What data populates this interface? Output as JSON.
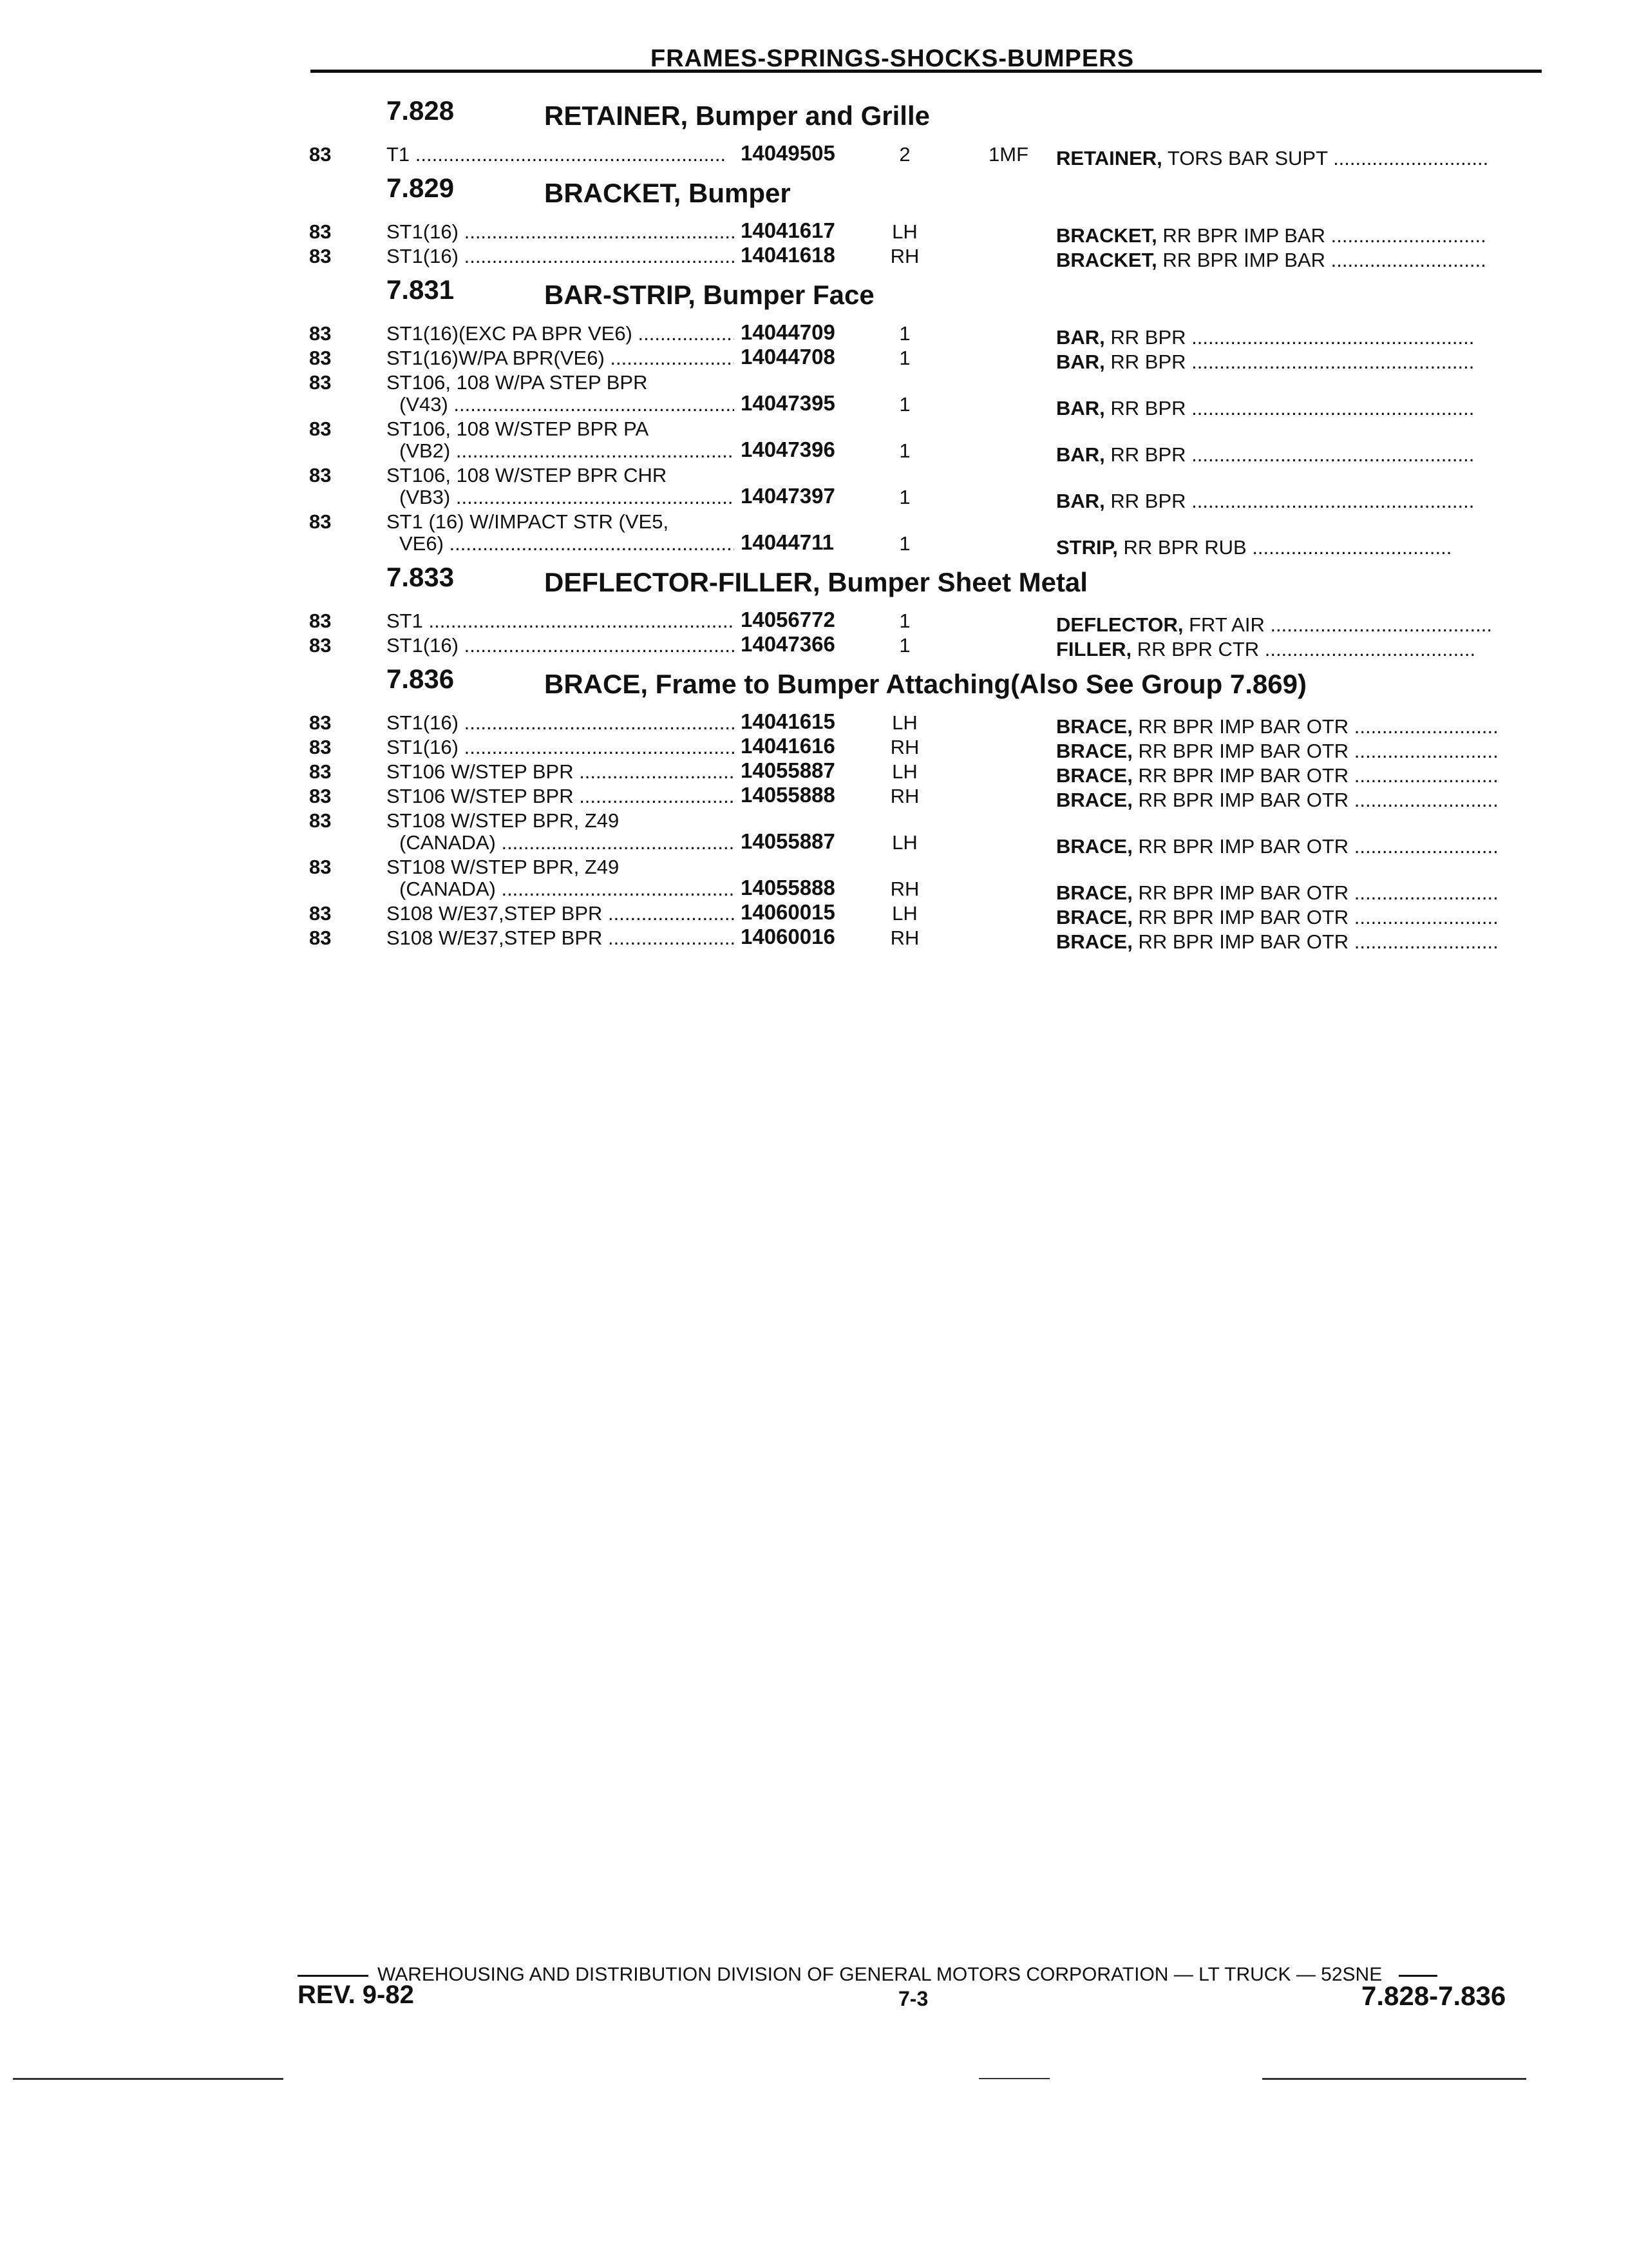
{
  "header": "FRAMES-SPRINGS-SHOCKS-BUMPERS",
  "sections": [
    {
      "number": "7.828",
      "title": "RETAINER, Bumper and Grille",
      "rows": [
        {
          "year": "83",
          "app": "T1 ........................................................",
          "part": "14049505",
          "qty": "2",
          "code": "1MF",
          "desc_bold": "RETAINER,",
          "desc": " TORS BAR SUPT ............................"
        }
      ]
    },
    {
      "number": "7.829",
      "title": "BRACKET, Bumper",
      "rows": [
        {
          "year": "83",
          "app": "ST1(16) ........................................................",
          "part": "14041617",
          "qty": "LH",
          "code": "",
          "desc_bold": "BRACKET,",
          "desc": " RR BPR IMP BAR ............................"
        },
        {
          "year": "83",
          "app": "ST1(16) ........................................................",
          "part": "14041618",
          "qty": "RH",
          "code": "",
          "desc_bold": "BRACKET,",
          "desc": " RR BPR IMP BAR ............................"
        }
      ]
    },
    {
      "number": "7.831",
      "title": "BAR-STRIP, Bumper Face",
      "rows": [
        {
          "year": "83",
          "app": "ST1(16)(EXC PA BPR VE6) ........................",
          "part": "14044709",
          "qty": "1",
          "code": "",
          "desc_bold": "BAR,",
          "desc": " RR BPR ..................................................."
        },
        {
          "year": "83",
          "app": "ST1(16)W/PA BPR(VE6) ..............................",
          "part": "14044708",
          "qty": "1",
          "code": "",
          "desc_bold": "BAR,",
          "desc": " RR BPR ..................................................."
        },
        {
          "year": "83",
          "app": "ST106, 108 W/PA STEP BPR",
          "part": "",
          "qty": "",
          "code": "",
          "desc_bold": "",
          "desc": "",
          "cont": true
        },
        {
          "year": "",
          "app": "(V43) ........................................................",
          "part": "14047395",
          "qty": "1",
          "code": "",
          "desc_bold": "BAR,",
          "desc": " RR BPR ...................................................",
          "indent": true
        },
        {
          "year": "83",
          "app": "ST106, 108 W/STEP BPR PA",
          "part": "",
          "qty": "",
          "code": "",
          "desc_bold": "",
          "desc": "",
          "cont": true
        },
        {
          "year": "",
          "app": "(VB2) ........................................................",
          "part": "14047396",
          "qty": "1",
          "code": "",
          "desc_bold": "BAR,",
          "desc": " RR BPR ...................................................",
          "indent": true
        },
        {
          "year": "83",
          "app": "ST106, 108 W/STEP BPR CHR",
          "part": "",
          "qty": "",
          "code": "",
          "desc_bold": "",
          "desc": "",
          "cont": true
        },
        {
          "year": "",
          "app": "(VB3) ........................................................",
          "part": "14047397",
          "qty": "1",
          "code": "",
          "desc_bold": "BAR,",
          "desc": " RR BPR ...................................................",
          "indent": true
        },
        {
          "year": "83",
          "app": "ST1 (16) W/IMPACT STR (VE5,",
          "part": "",
          "qty": "",
          "code": "",
          "desc_bold": "",
          "desc": "",
          "cont": true
        },
        {
          "year": "",
          "app": "VE6) ........................................................",
          "part": "14044711",
          "qty": "1",
          "code": "",
          "desc_bold": "STRIP,",
          "desc": " RR BPR RUB ....................................",
          "indent": true
        }
      ]
    },
    {
      "number": "7.833",
      "title": "DEFLECTOR-FILLER, Bumper Sheet Metal",
      "rows": [
        {
          "year": "83",
          "app": "ST1 ........................................................",
          "part": "14056772",
          "qty": "1",
          "code": "",
          "desc_bold": "DEFLECTOR,",
          "desc": " FRT AIR ........................................"
        },
        {
          "year": "83",
          "app": "ST1(16) ........................................................",
          "part": "14047366",
          "qty": "1",
          "code": "",
          "desc_bold": "FILLER,",
          "desc": " RR BPR CTR ......................................"
        }
      ]
    },
    {
      "number": "7.836",
      "title": "BRACE, Frame to Bumper Attaching(Also See Group 7.869)",
      "rows": [
        {
          "year": "83",
          "app": "ST1(16) ........................................................",
          "part": "14041615",
          "qty": "LH",
          "code": "",
          "desc_bold": "BRACE,",
          "desc": " RR BPR IMP BAR OTR .........................."
        },
        {
          "year": "83",
          "app": "ST1(16) ........................................................",
          "part": "14041616",
          "qty": "RH",
          "code": "",
          "desc_bold": "BRACE,",
          "desc": " RR BPR IMP BAR OTR .........................."
        },
        {
          "year": "83",
          "app": "ST106 W/STEP BPR ..........................................",
          "part": "14055887",
          "qty": "LH",
          "code": "",
          "desc_bold": "BRACE,",
          "desc": " RR BPR IMP BAR OTR .........................."
        },
        {
          "year": "83",
          "app": "ST106 W/STEP BPR ..........................................",
          "part": "14055888",
          "qty": "RH",
          "code": "",
          "desc_bold": "BRACE,",
          "desc": " RR BPR IMP BAR OTR .........................."
        },
        {
          "year": "83",
          "app": "ST108 W/STEP BPR, Z49",
          "part": "",
          "qty": "",
          "code": "",
          "desc_bold": "",
          "desc": "",
          "cont": true
        },
        {
          "year": "",
          "app": "(CANADA) ..................................................",
          "part": "14055887",
          "qty": "LH",
          "code": "",
          "desc_bold": "BRACE,",
          "desc": " RR BPR IMP BAR OTR ..........................",
          "indent": true
        },
        {
          "year": "83",
          "app": "ST108 W/STEP BPR, Z49",
          "part": "",
          "qty": "",
          "code": "",
          "desc_bold": "",
          "desc": "",
          "cont": true
        },
        {
          "year": "",
          "app": "(CANADA) ..................................................",
          "part": "14055888",
          "qty": "RH",
          "code": "",
          "desc_bold": "BRACE,",
          "desc": " RR BPR IMP BAR OTR ..........................",
          "indent": true
        },
        {
          "year": "83",
          "app": "S108 W/E37,STEP BPR ...................................",
          "part": "14060015",
          "qty": "LH",
          "code": "",
          "desc_bold": "BRACE,",
          "desc": " RR BPR IMP BAR OTR .........................."
        },
        {
          "year": "83",
          "app": "S108 W/E37,STEP BPR ...................................",
          "part": "14060016",
          "qty": "RH",
          "code": "",
          "desc_bold": "BRACE,",
          "desc": " RR BPR IMP BAR OTR .........................."
        }
      ]
    }
  ],
  "footer": {
    "division": "WAREHOUSING AND DISTRIBUTION DIVISION OF GENERAL MOTORS CORPORATION — LT TRUCK — 52SNE",
    "rev": "REV. 9-82",
    "page": "7-3",
    "range": "7.828-7.836"
  }
}
